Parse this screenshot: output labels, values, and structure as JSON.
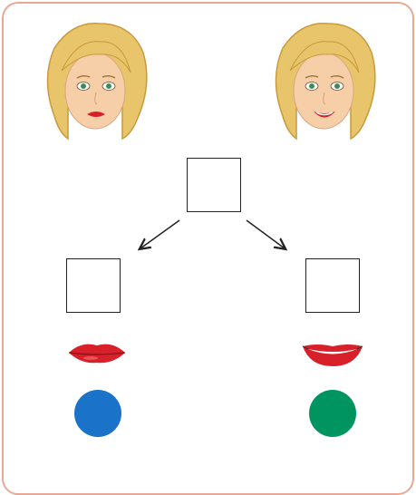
{
  "colors": {
    "frame_border": "#e8a896",
    "left_circle": "#1a73c8",
    "right_circle": "#009560",
    "lip_red": "#d8202a"
  },
  "items": {
    "left_face": "girl-face-closed-lips",
    "right_face": "girl-face-smiling",
    "left_lips": "closed-lips",
    "right_lips": "smiling-lips"
  }
}
